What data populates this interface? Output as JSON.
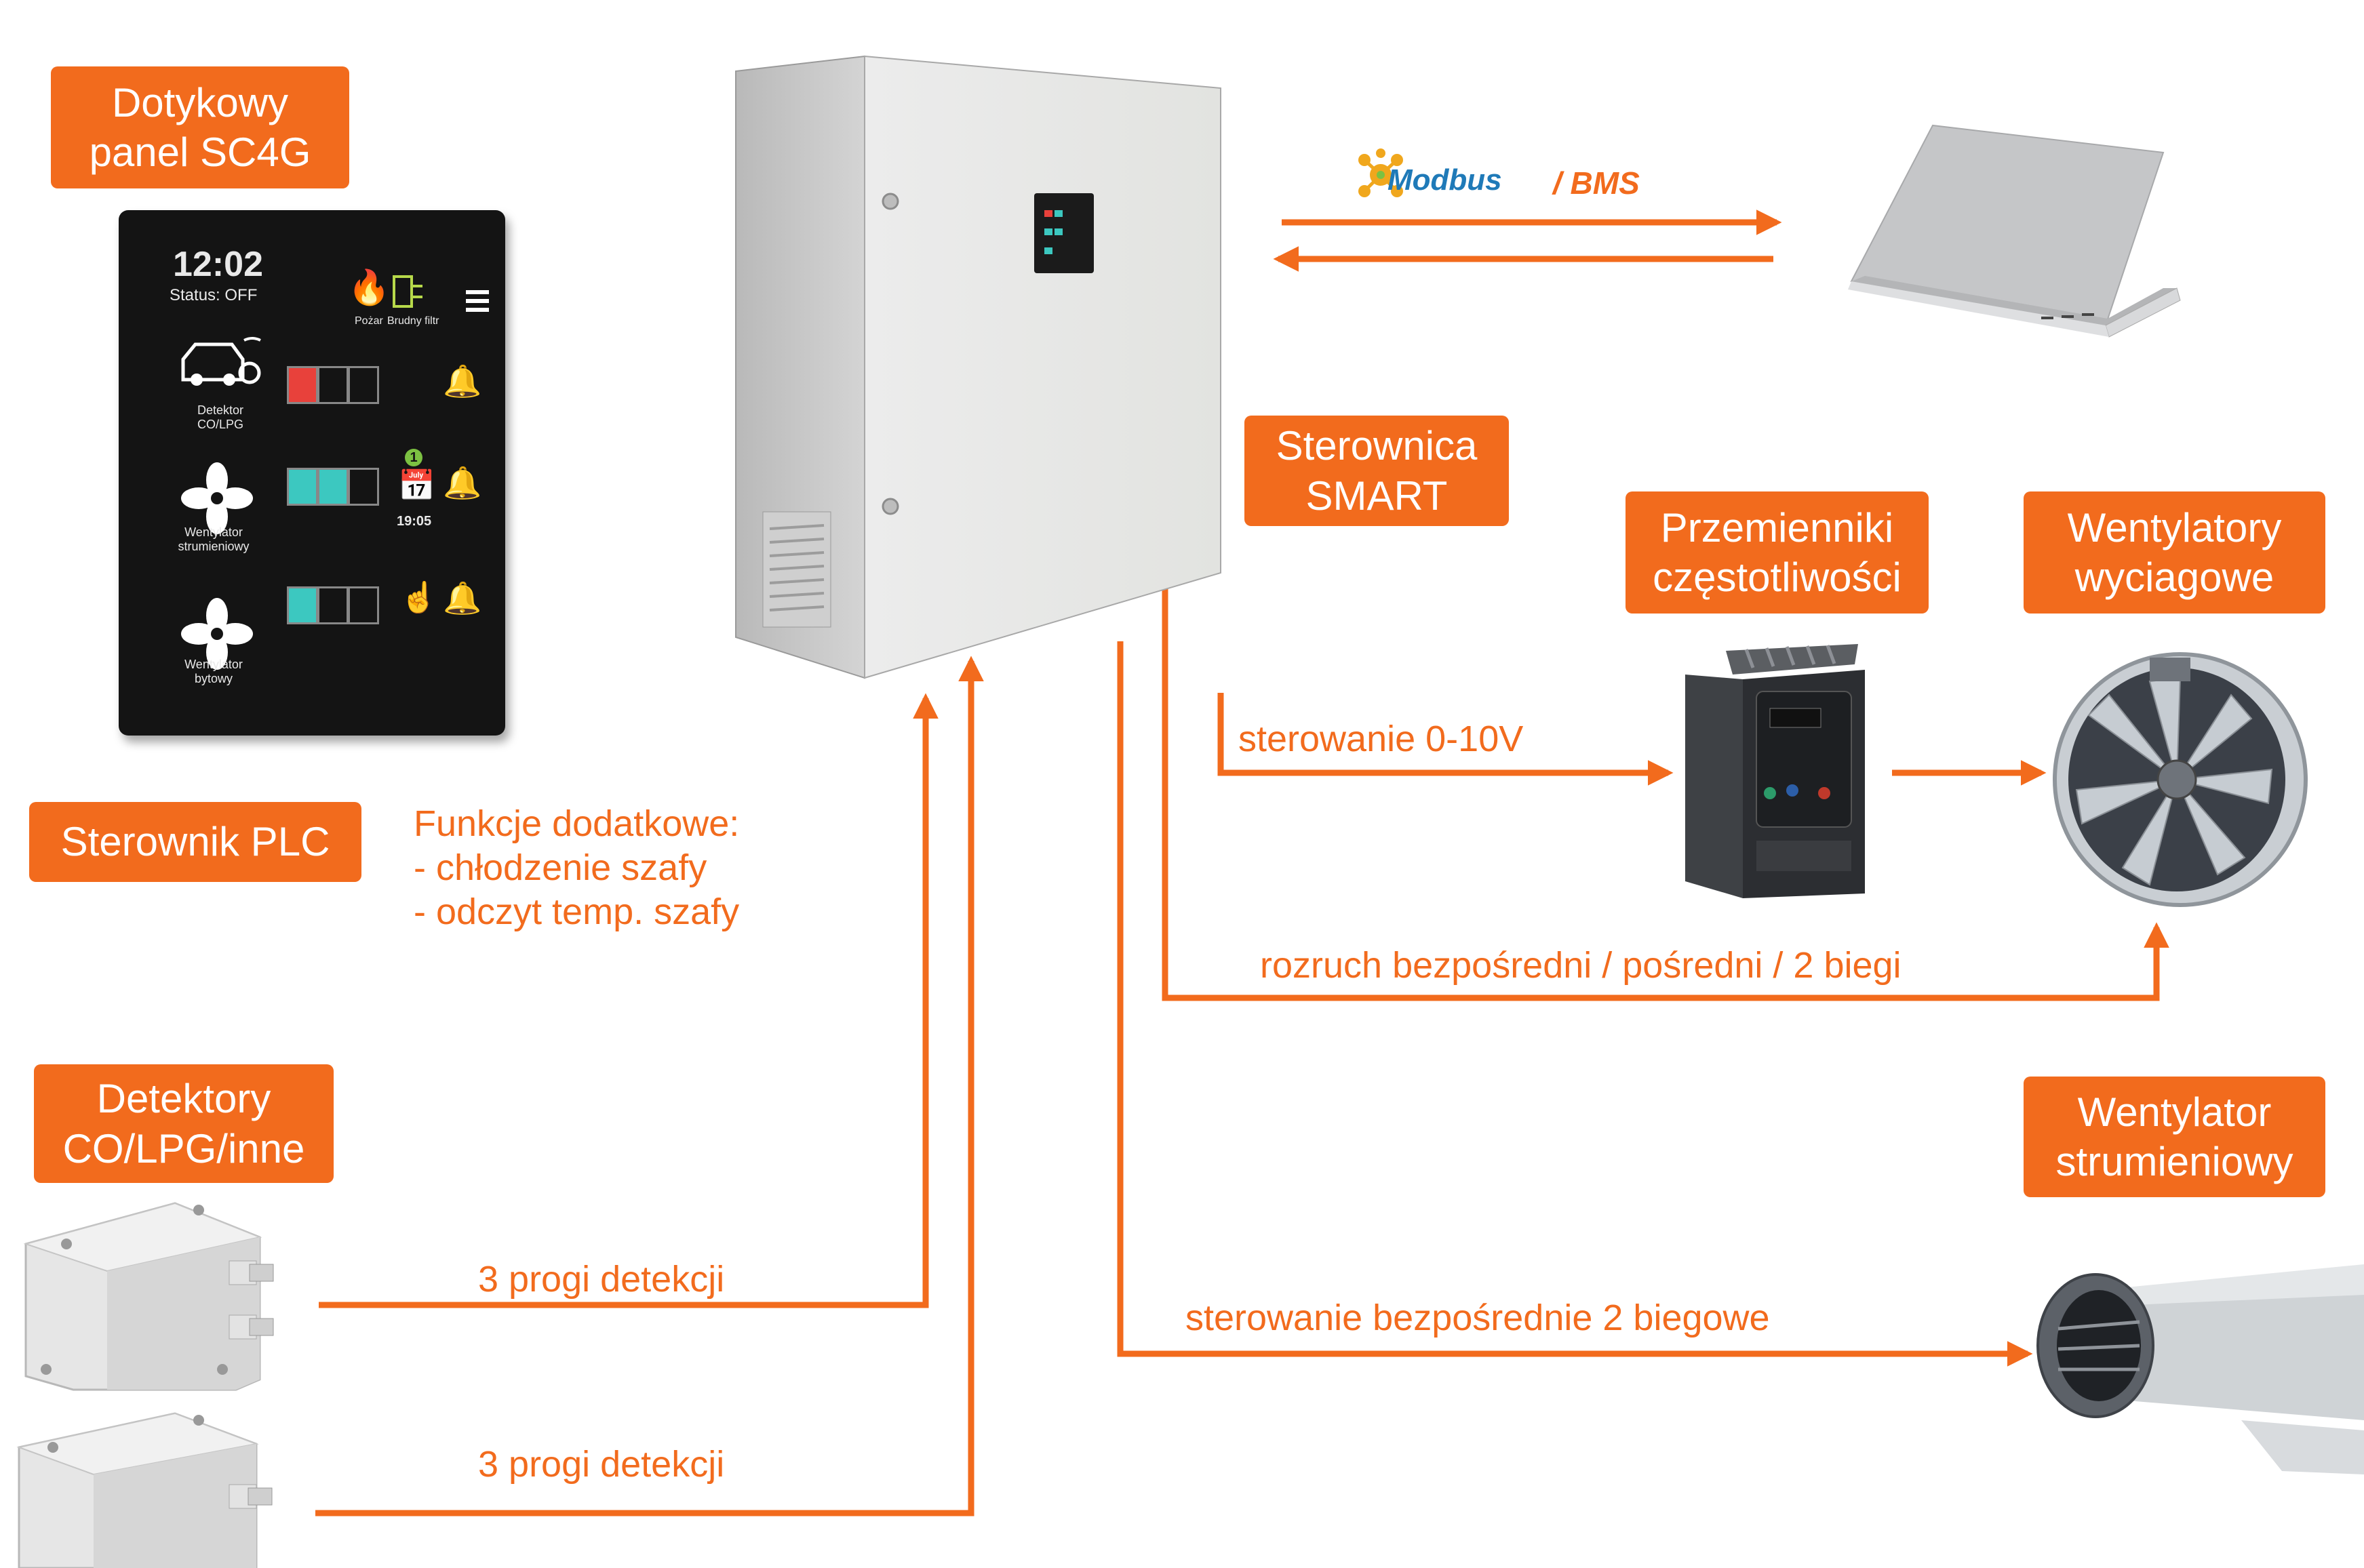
{
  "labels": {
    "touch_panel": "Dotykowy\npanel SC4G",
    "controller": "Sterownica\nSMART",
    "plc": "Sterownik PLC",
    "detectors": "Detektory\nCO/LPG/inne",
    "inverters": "Przemienniki\nczęstotliwości",
    "exhaust_fans": "Wentylatory\nwyciagowe",
    "jet_fan": "Wentylator\nstrumieniowy"
  },
  "functions": {
    "title": "Funkcje dodatkowe:",
    "items": [
      "- chłodzenie szafy",
      "- odczyt temp. szafy"
    ]
  },
  "connections": {
    "modbus": "Modbus",
    "bms": "/ BMS",
    "control_0_10v": "sterowanie 0-10V",
    "direct_start": "rozruch bezpośredni / pośredni / 2 biegi",
    "direct_control": "sterowanie bezpośrednie 2 biegowe",
    "detection_1": "3 progi detekcji",
    "detection_2": "3 progi detekcji"
  },
  "panel_screen": {
    "time": "12:02",
    "status": "Status: OFF",
    "fire": "Pożar",
    "filter": "Brudny filtr",
    "row1": "Detektor\nCO/LPG",
    "row2": "Wentylator\nstrumieniowy",
    "row3": "Wentylator\nbytowy",
    "schedule_badge": "1",
    "schedule_time": "19:05"
  },
  "colors": {
    "accent": "#f26b1d",
    "indicator_red": "#e8413b",
    "indicator_cyan": "#3cc8c0"
  }
}
